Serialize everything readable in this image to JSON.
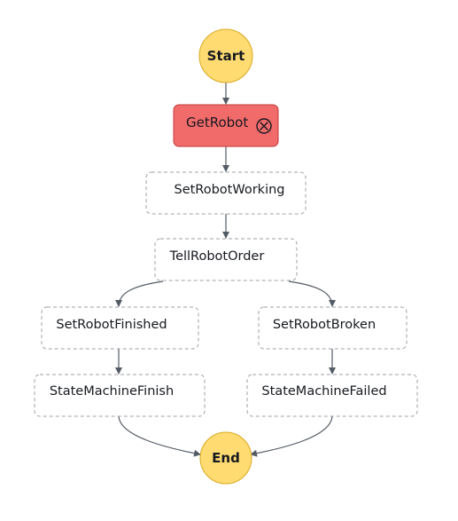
{
  "diagram": {
    "start_label": "Start",
    "end_label": "End",
    "states": {
      "get_robot": {
        "label": "GetRobot",
        "status": "failed",
        "status_icon": "error-x-circle-icon"
      },
      "set_robot_working": {
        "label": "SetRobotWorking"
      },
      "tell_robot_order": {
        "label": "TellRobotOrder"
      },
      "set_robot_finished": {
        "label": "SetRobotFinished"
      },
      "set_robot_broken": {
        "label": "SetRobotBroken"
      },
      "state_machine_finish": {
        "label": "StateMachineFinish"
      },
      "state_machine_failed": {
        "label": "StateMachineFailed"
      }
    },
    "colors": {
      "terminal_fill": "#ffdb72",
      "failed_fill": "#f26b6b",
      "edge": "#545b64",
      "dashed_border": "#9ea2a7"
    }
  }
}
